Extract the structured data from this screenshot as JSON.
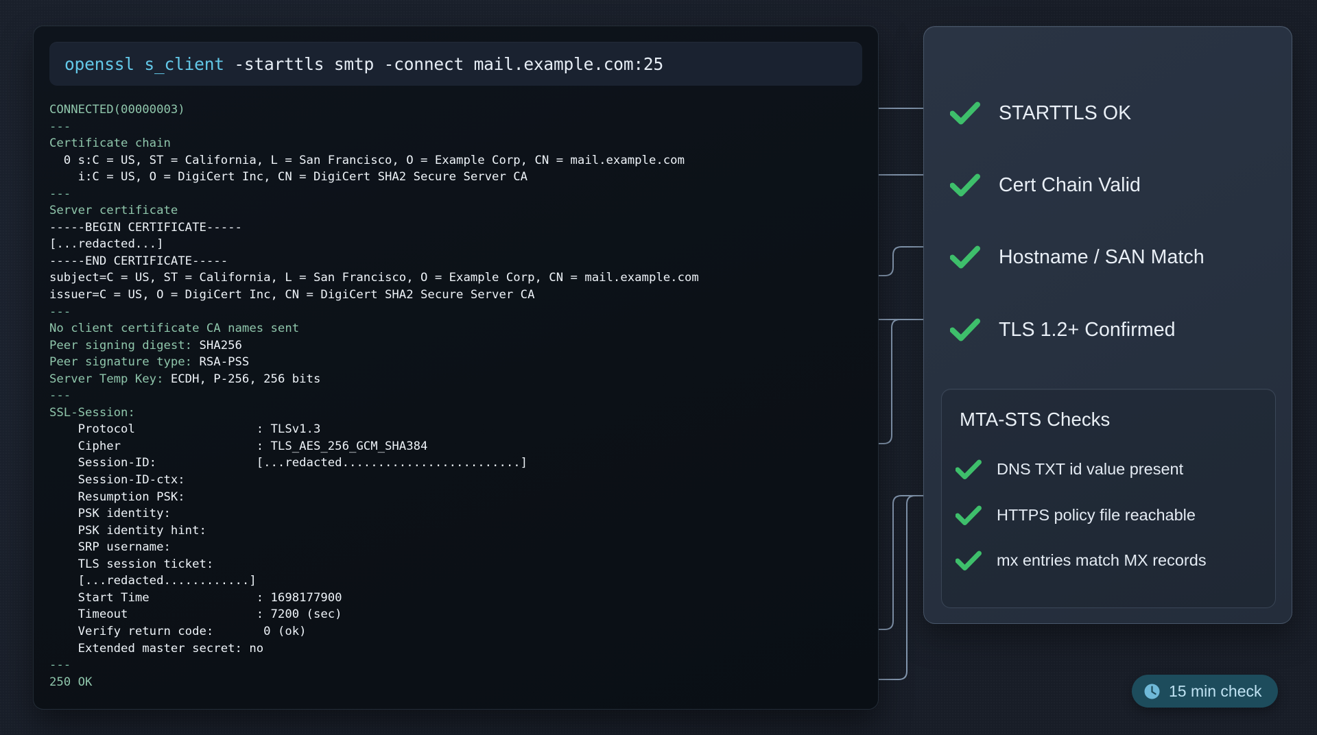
{
  "terminal": {
    "command": {
      "program": "openssl s_client",
      "args": " -starttls smtp -connect mail.example.com:25",
      "full": "openssl s_client -starttls smtp -connect mail.example.com:25"
    },
    "lines": [
      {
        "text": "CONNECTED(00000003)",
        "style": "g"
      },
      {
        "text": "---",
        "style": "g2"
      },
      {
        "text": "Certificate chain",
        "style": "g"
      },
      {
        "text": "  0 s:C = US, ST = California, L = San Francisco, O = Example Corp, CN = mail.example.com",
        "style": "w"
      },
      {
        "text": "    i:C = US, O = DigiCert Inc, CN = DigiCert SHA2 Secure Server CA",
        "style": "w"
      },
      {
        "text": "---",
        "style": "g2"
      },
      {
        "text": "Server certificate",
        "style": "g"
      },
      {
        "text": "-----BEGIN CERTIFICATE-----",
        "style": "w"
      },
      {
        "text": "[...redacted...]",
        "style": "w"
      },
      {
        "text": "-----END CERTIFICATE-----",
        "style": "w"
      },
      {
        "text": "subject=C = US, ST = California, L = San Francisco, O = Example Corp, CN = mail.example.com",
        "style": "w"
      },
      {
        "text": "issuer=C = US, O = DigiCert Inc, CN = DigiCert SHA2 Secure Server CA",
        "style": "w"
      },
      {
        "text": "---",
        "style": "g2"
      },
      {
        "text": "No client certificate CA names sent",
        "style": "g"
      },
      {
        "text": "Peer signing digest: SHA256",
        "style": "split",
        "label": "Peer signing digest: ",
        "value": "SHA256"
      },
      {
        "text": "Peer signature type: RSA-PSS",
        "style": "split",
        "label": "Peer signature type: ",
        "value": "RSA-PSS"
      },
      {
        "text": "Server Temp Key: ECDH, P-256, 256 bits",
        "style": "split",
        "label": "Server Temp Key: ",
        "value": "ECDH, P-256, 256 bits"
      },
      {
        "text": "---",
        "style": "g2"
      },
      {
        "text": "SSL-Session:",
        "style": "g"
      },
      {
        "text": "    Protocol                 : TLSv1.3",
        "style": "w"
      },
      {
        "text": "    Cipher                   : TLS_AES_256_GCM_SHA384",
        "style": "w"
      },
      {
        "text": "    Session-ID:              [...redacted.........................]",
        "style": "w"
      },
      {
        "text": "    Session-ID-ctx:",
        "style": "w"
      },
      {
        "text": "    Resumption PSK:",
        "style": "w"
      },
      {
        "text": "    PSK identity:",
        "style": "w"
      },
      {
        "text": "    PSK identity hint:",
        "style": "w"
      },
      {
        "text": "    SRP username:",
        "style": "w"
      },
      {
        "text": "    TLS session ticket:",
        "style": "w"
      },
      {
        "text": "    [...redacted............]",
        "style": "w"
      },
      {
        "text": "    Start Time               : 1698177900",
        "style": "w"
      },
      {
        "text": "    Timeout                  : 7200 (sec)",
        "style": "w"
      },
      {
        "text": "    Verify return code:       0 (ok)",
        "style": "w"
      },
      {
        "text": "    Extended master secret: no",
        "style": "w"
      },
      {
        "text": "---",
        "style": "g2"
      },
      {
        "text": "250 OK",
        "style": "g"
      }
    ]
  },
  "checks": {
    "items": [
      {
        "label": "STARTTLS OK",
        "status": "pass"
      },
      {
        "label": "Cert Chain Valid",
        "status": "pass"
      },
      {
        "label": "Hostname / SAN Match",
        "status": "pass"
      },
      {
        "label": "TLS 1.2+ Confirmed",
        "status": "pass"
      }
    ]
  },
  "mta_sts": {
    "title": "MTA-STS Checks",
    "items": [
      {
        "label": "DNS TXT id value present",
        "status": "pass"
      },
      {
        "label": "HTTPS policy file reachable",
        "status": "pass"
      },
      {
        "label": "mx entries match MX records",
        "status": "pass"
      }
    ]
  },
  "badge": {
    "icon": "clock-icon",
    "text": "15 min check"
  },
  "colors": {
    "accent_green": "#3ebf6b",
    "connector": "#8fa4bd",
    "terminal_label": "#8fc6ab",
    "terminal_value": "#eef3f8",
    "command_keyword": "#63c8e8",
    "badge_bg": "#1d4c5c",
    "badge_text": "#bfe2f2"
  }
}
